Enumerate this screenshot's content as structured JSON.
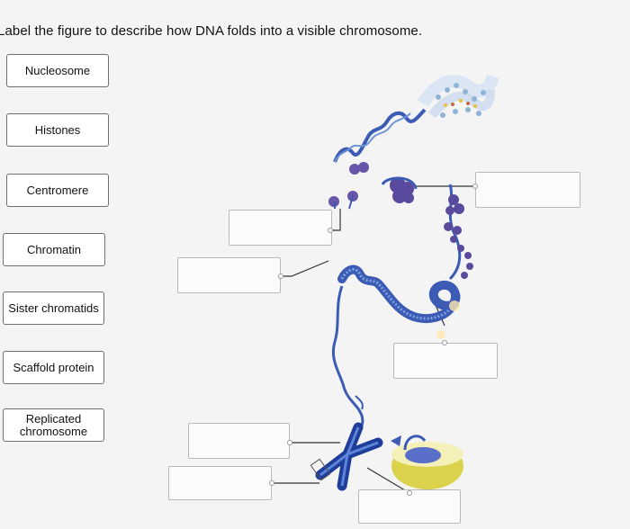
{
  "instruction": "Label the figure to describe how DNA folds into a visible chromosome.",
  "labels": [
    "Nucleosome",
    "Histones",
    "Centromere",
    "Chromatin",
    "Sister chromatids",
    "Scaffold protein",
    "Replicated chromosome"
  ],
  "colors": {
    "dna_blue": "#3b5bb5",
    "histone_purple": "#5a4a9e",
    "nucleus_yellow": "#d9d24a"
  }
}
